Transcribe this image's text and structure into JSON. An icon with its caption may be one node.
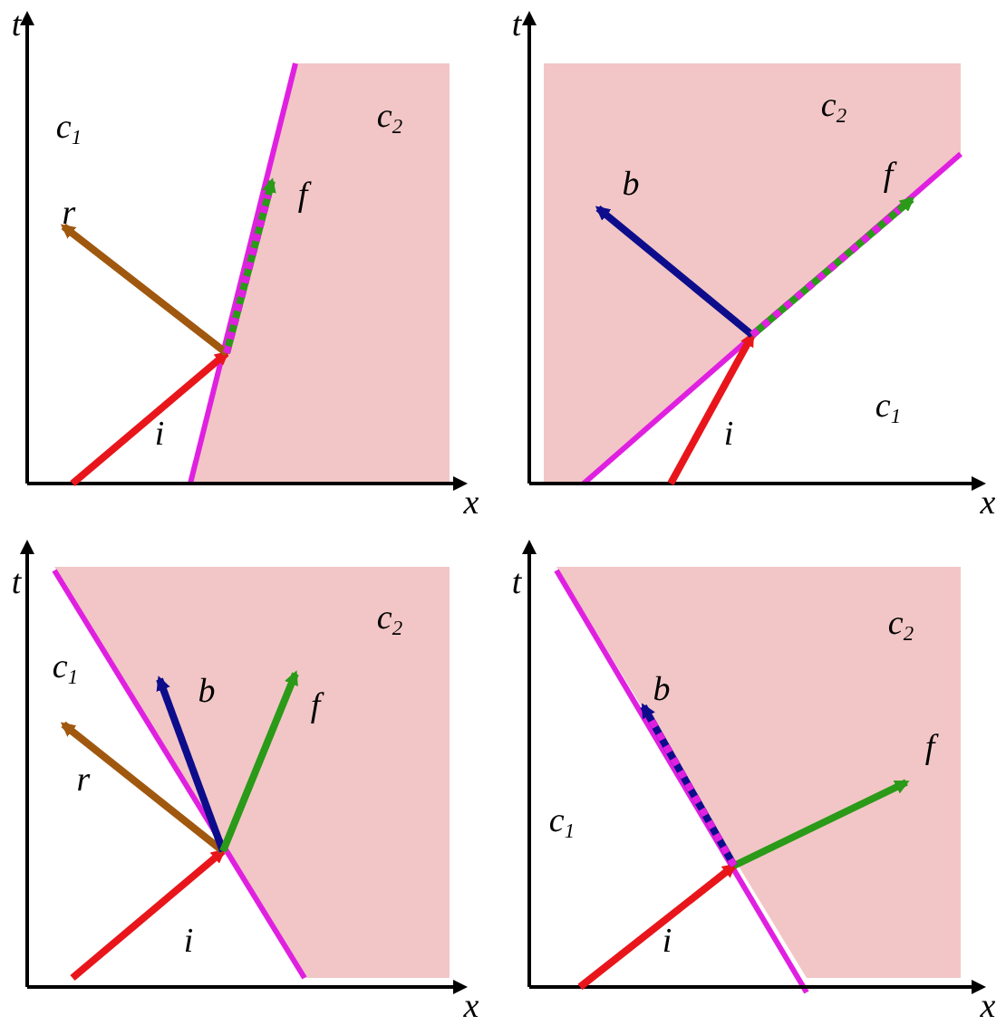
{
  "diagram": {
    "labels": [
      "t",
      "c$_{1}$",
      "c$_{2}$",
      "f",
      "r",
      "i",
      "x",
      "t",
      "c$_{2}$",
      "f",
      "b",
      "c$_{1}$",
      "i",
      "x",
      "t",
      "c$_{1}$",
      "c$_{2}$",
      "b",
      "f",
      "r",
      "i",
      "x",
      "t",
      "c$_{2}$",
      "b",
      "f",
      "c$_{1}$",
      "i",
      "x"
    ]
  }
}
